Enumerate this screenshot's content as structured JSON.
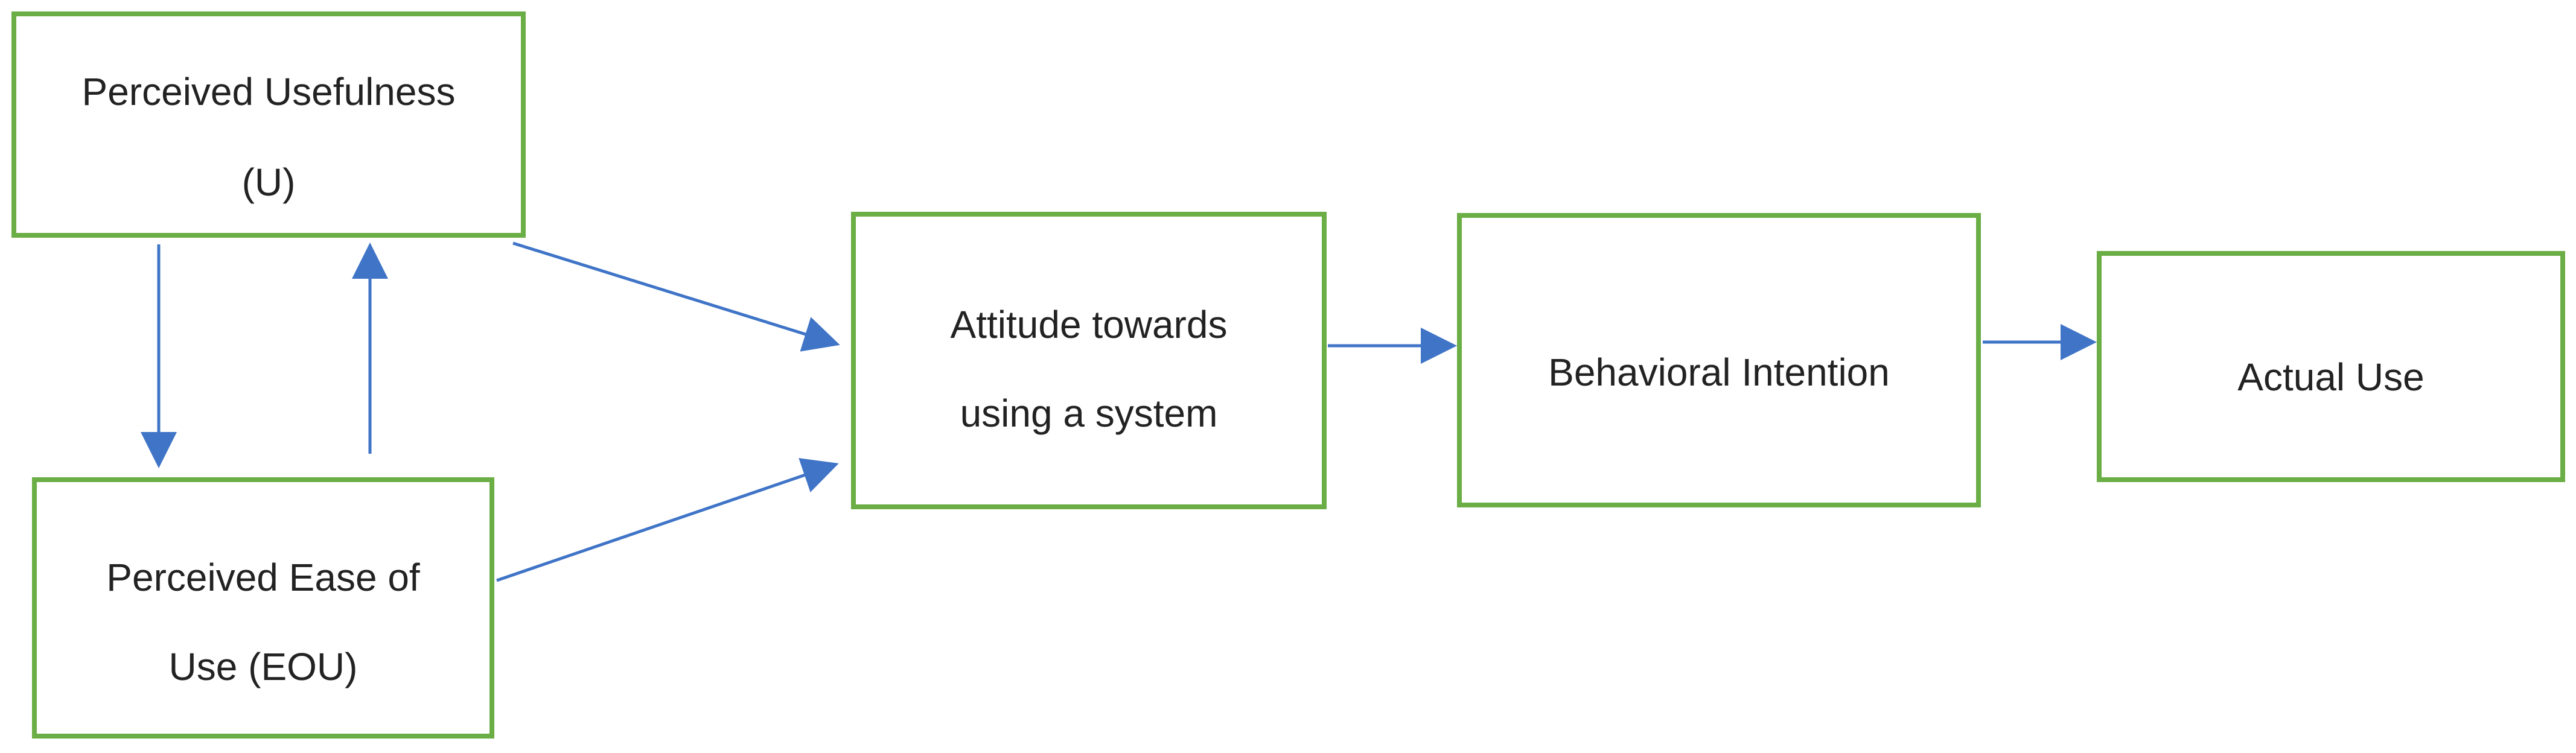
{
  "diagram": {
    "nodes": {
      "perceived_usefulness": {
        "line1": "Perceived Usefulness",
        "line2": "(U)"
      },
      "perceived_ease_of_use": {
        "line1": "Perceived Ease of",
        "line2": "Use (EOU)"
      },
      "attitude": {
        "line1": "Attitude towards",
        "line2": "using a system"
      },
      "behavioral_intention": {
        "line1": "Behavioral Intention"
      },
      "actual_use": {
        "line1": "Actual Use"
      }
    },
    "edges": [
      {
        "from": "perceived_usefulness",
        "to": "perceived_ease_of_use"
      },
      {
        "from": "perceived_ease_of_use",
        "to": "perceived_usefulness"
      },
      {
        "from": "perceived_usefulness",
        "to": "attitude"
      },
      {
        "from": "perceived_ease_of_use",
        "to": "attitude"
      },
      {
        "from": "attitude",
        "to": "behavioral_intention"
      },
      {
        "from": "behavioral_intention",
        "to": "actual_use"
      }
    ],
    "colors": {
      "box_border": "#6aae45",
      "arrow": "#3f74c7",
      "text": "#222222"
    }
  }
}
